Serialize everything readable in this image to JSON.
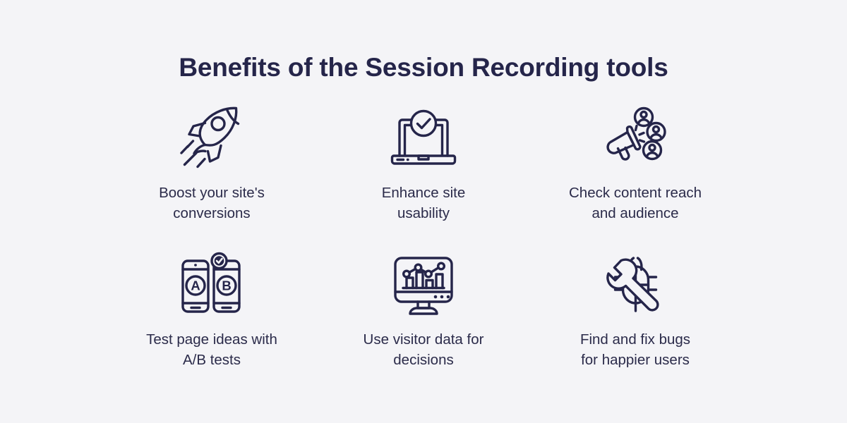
{
  "page": {
    "background_color": "#f4f4f7",
    "ink_color": "#25254a",
    "title": "Benefits of the Session Recording tools"
  },
  "benefits": [
    {
      "icon": "rocket-icon",
      "caption": "Boost your site's\nconversions"
    },
    {
      "icon": "laptop-check-icon",
      "caption": "Enhance site\nusability"
    },
    {
      "icon": "megaphone-audience-icon",
      "caption": "Check content reach\nand audience"
    },
    {
      "icon": "ab-test-phones-icon",
      "caption": "Test page ideas with\nA/B tests"
    },
    {
      "icon": "monitor-analytics-icon",
      "caption": "Use visitor data for\ndecisions"
    },
    {
      "icon": "bug-wrench-icon",
      "caption": "Find and fix bugs\nfor happier users"
    }
  ],
  "icon_labels": {
    "phone_a": "A",
    "phone_b": "B"
  }
}
